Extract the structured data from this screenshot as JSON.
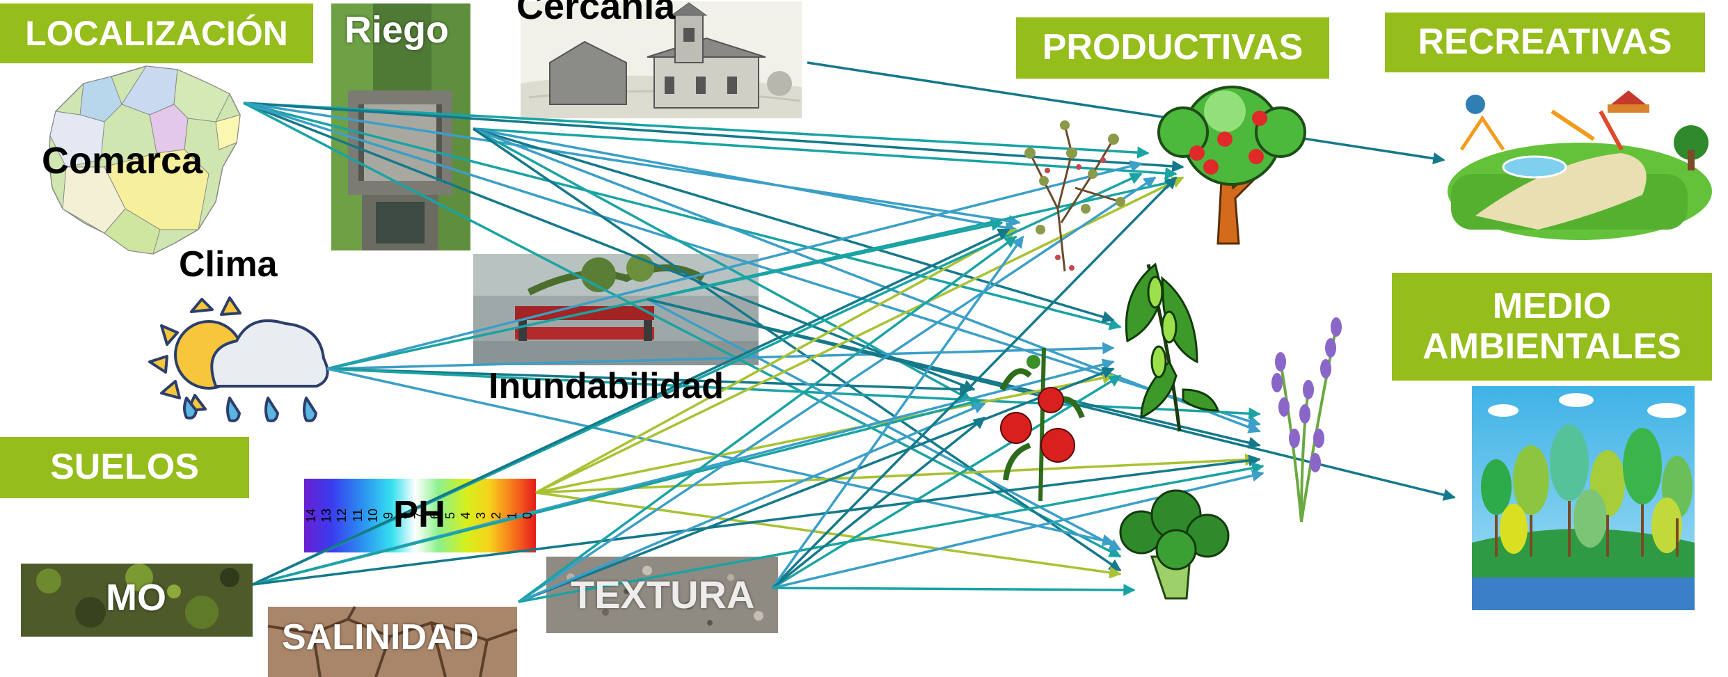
{
  "categories": {
    "localizacion": "LOCALIZACIÓN",
    "suelos": "SUELOS",
    "productivas": "PRODUCTIVAS",
    "recreativas": "RECREATIVAS",
    "medio_ambientales": "MEDIO AMBIENTALES"
  },
  "factors": {
    "comarca": "Comarca",
    "riego": "Riego",
    "cercania": "Cercanía",
    "clima": "Clima",
    "inundabilidad": "Inundabilidad",
    "ph": "PH",
    "mo": "MO",
    "textura": "TEXTURA",
    "salinidad": "SALINIDAD"
  },
  "ph_scale": [
    "14",
    "13",
    "12",
    "11",
    "10",
    "9",
    "8",
    "7",
    "6",
    "5",
    "4",
    "3",
    "2",
    "1",
    "0"
  ],
  "colors": {
    "category_box": "#95bd1c",
    "arrow_teal": "#1aa3a3",
    "arrow_blue": "#3b9fc7",
    "arrow_dark": "#14798a",
    "arrow_lime": "#a9c233"
  },
  "icons": {
    "comarca": "region-map-icon",
    "riego": "irrigation-channel-icon",
    "cercania": "village-church-icon",
    "clima": "sun-cloud-rain-icon",
    "inundabilidad": "flooded-bench-icon",
    "ph": "ph-color-scale-icon",
    "mo": "organic-soil-icon",
    "textura": "gravel-texture-icon",
    "salinidad": "cracked-soil-icon",
    "fruit_tree": "apple-tree-icon",
    "thyme": "thyme-plant-icon",
    "beans": "bean-plant-icon",
    "tomato": "tomato-plant-icon",
    "broccoli": "broccoli-icon",
    "lavender": "lavender-icon",
    "park": "park-icon",
    "forest": "forest-icon"
  }
}
